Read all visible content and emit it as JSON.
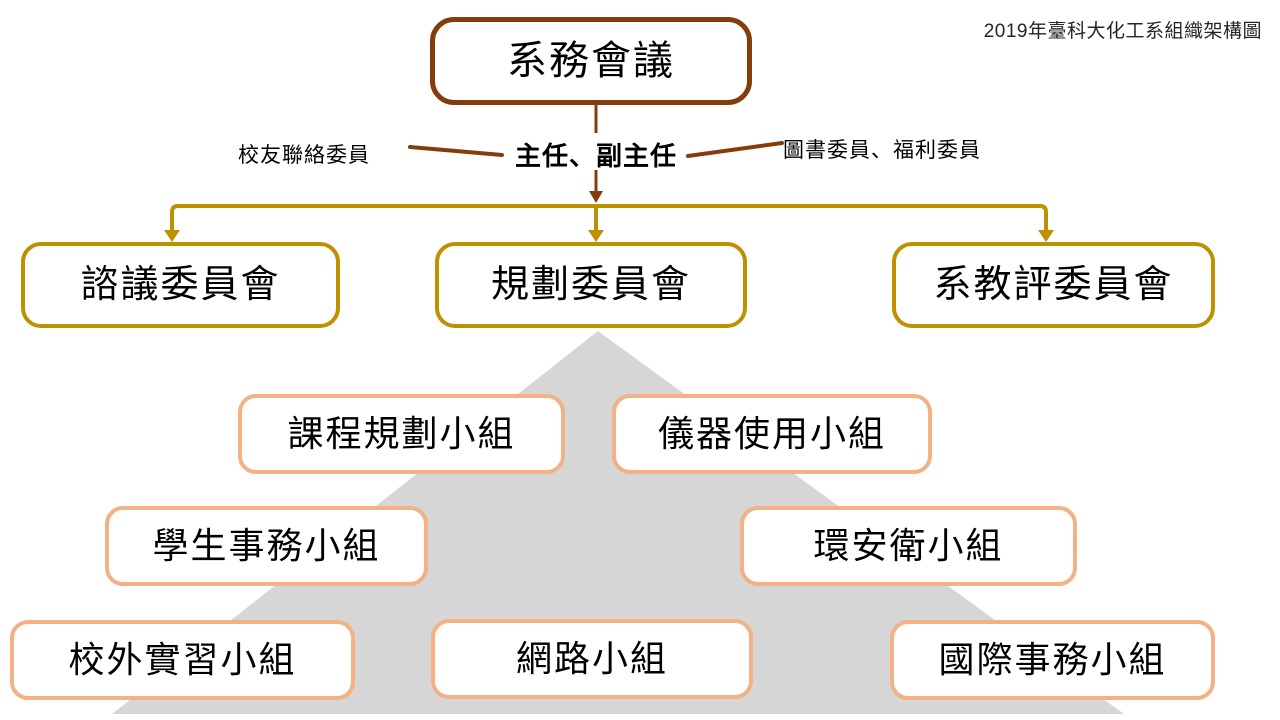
{
  "header": {
    "title": "2019年臺科大化工系組織架構圖"
  },
  "colors": {
    "brown": "#843C0C",
    "gold": "#BF9000",
    "peach": "#F4B183",
    "gray": "#D6D6D6",
    "ink": "#000000"
  },
  "org": {
    "root": {
      "label": "系務會議"
    },
    "director": {
      "label": "主任、副主任"
    },
    "side_notes": {
      "left": "校友聯絡委員",
      "right": "圖書委員、福利委員"
    },
    "committees": [
      {
        "label": "諮議委員會"
      },
      {
        "label": "規劃委員會"
      },
      {
        "label": "系教評委員會"
      }
    ],
    "subgroups": [
      {
        "label": "課程規劃小組"
      },
      {
        "label": "儀器使用小組"
      },
      {
        "label": "學生事務小組"
      },
      {
        "label": "環安衛小組"
      },
      {
        "label": "校外實習小組"
      },
      {
        "label": "網路小組"
      },
      {
        "label": "國際事務小組"
      }
    ]
  }
}
